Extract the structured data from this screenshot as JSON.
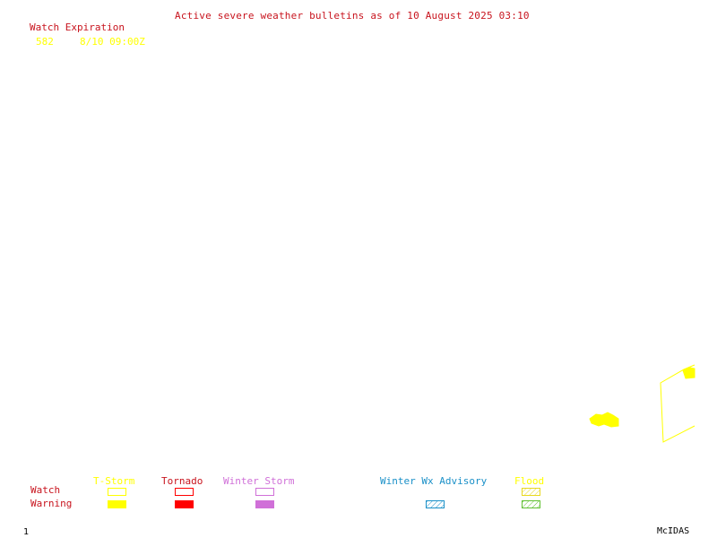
{
  "header": {
    "title": "Active severe weather bulletins as of 10 August 2025 03:10"
  },
  "watch_list": {
    "heading": "Watch Expiration",
    "items": [
      {
        "number": "582",
        "expiration": "8/10 09:00Z"
      }
    ]
  },
  "legend": {
    "row_labels": {
      "watch": "Watch",
      "warning": "Warning"
    },
    "categories": [
      {
        "label": "T-Storm",
        "color": "#ffff00"
      },
      {
        "label": "Tornado",
        "color": "#ff0000"
      },
      {
        "label": "Winter Storm",
        "color": "#d070d8"
      },
      {
        "label": "Winter Wx Advisory",
        "color": "#1a90c8"
      },
      {
        "label": "Flood",
        "color": "#60c030"
      }
    ]
  },
  "colors": {
    "title": "#c8141e",
    "watch_text": "#ffff00",
    "warning_fill": "#ffff00",
    "outline": "#ffff00"
  },
  "footer": {
    "frame_number": "1",
    "brand": "McIDAS"
  }
}
